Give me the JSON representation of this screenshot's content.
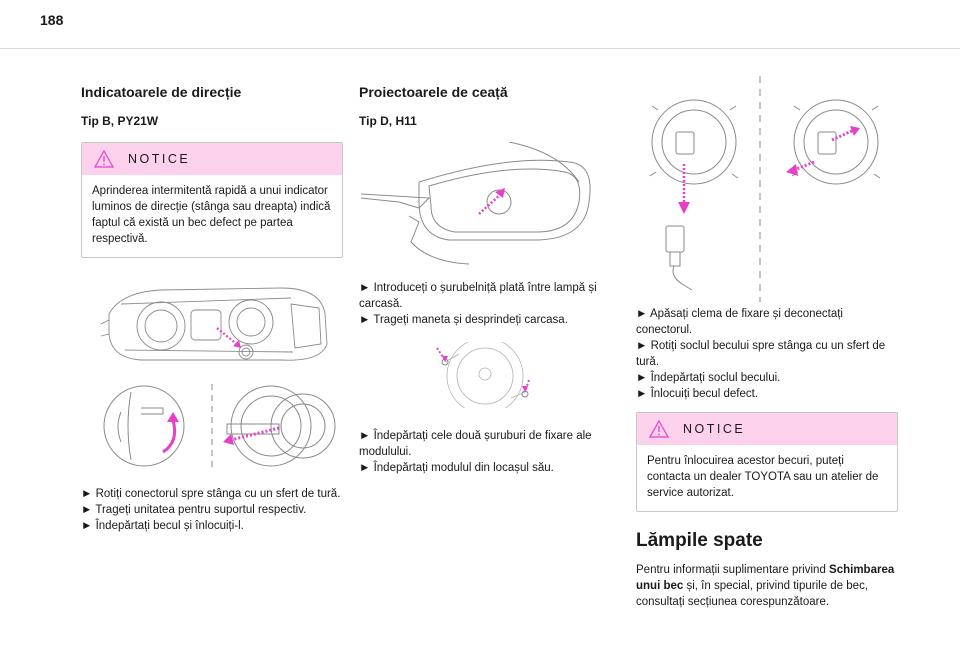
{
  "page_number": "188",
  "col1": {
    "title": "Indicatoarele de direcție",
    "subtitle": "Tip B, PY21W",
    "notice": {
      "title": "NOTICE",
      "text": "Aprinderea intermitentă rapidă a unui indicator luminos de direcție (stânga sau dreapta) indică faptul că există un bec defect pe partea respectivă."
    },
    "steps": [
      "► Rotiți conectorul spre stânga cu un sfert de tură.",
      "► Trageți unitatea pentru suportul respectiv.",
      "► Îndepărtați becul și înlocuiți-l."
    ]
  },
  "col2": {
    "title": "Proiectoarele de ceață",
    "subtitle": "Tip D, H11",
    "steps_a": [
      "► Introduceți o șurubelniță plată între lampă și carcasă.",
      "► Trageți maneta și desprindeți carcasa."
    ],
    "steps_b": [
      "► Îndepărtați cele două șuruburi de fixare ale modulului.",
      "► Îndepărtați modulul din locașul său."
    ]
  },
  "col3": {
    "steps": [
      "► Apăsați clema de fixare și deconectați conectorul.",
      "► Rotiți soclul becului spre stânga cu un sfert de tură.",
      "► Îndepărtați soclul becului.",
      "► Înlocuiți becul defect."
    ],
    "notice": {
      "title": "NOTICE",
      "text": "Pentru înlocuirea acestor becuri, puteți contacta un dealer TOYOTA sau un atelier de service autorizat."
    },
    "rear_title": "Lămpile spate",
    "rear_text_1": "Pentru informații suplimentare privind",
    "rear_text_bold": "Schimbarea unui bec",
    "rear_text_2": " și, în special, privind tipurile de bec, consultați secțiunea corespunzătoare."
  },
  "colors": {
    "accent": "#e83fc8",
    "notice_bg": "#fbd1ec",
    "line_art": "#8a8a8a"
  }
}
